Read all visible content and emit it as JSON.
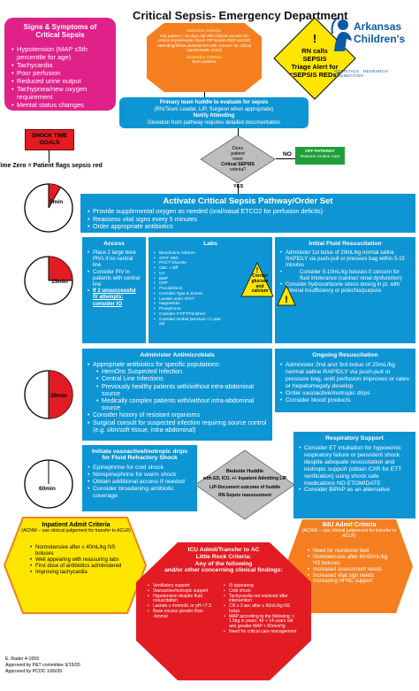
{
  "title": "Critical Sepsis- Emergency Department",
  "logo": {
    "line1": "Arkansas",
    "line2": "Children's",
    "tagline": "HOSPITALS · RESEARCH · FOUNDATION",
    "color": "#0b5aa6"
  },
  "symptoms": {
    "heading": "Signs & Symptoms of Critical Sepsis",
    "items": [
      "Hypotension (MAP ≤5th percentile for age)",
      "Tachycardia",
      "Poor perfusion",
      "Reduced urine output",
      "Tachypnea/new oxygen requirement",
      "Mental status changes"
    ]
  },
  "criteria_box": {
    "inclusion_title": "Inclusion Criteria:",
    "inclusion_text": "Any patient > 30 days old with clinical concern for critical sepsis/septic shock OR Sepsis RED and ED Attending/fellow assessment with concern for critical sepsis/septic shock",
    "exclusion_title": "Exclusion Criteria:",
    "exclusion_text": "Burn patients"
  },
  "rn_alert": {
    "line1": "RN calls",
    "line2": "SEPSIS",
    "line3": "Triage Alert for",
    "line4": "“SEPSIS REDs”"
  },
  "huddle": {
    "line1": "Primary team huddle to evaluate for sepsis",
    "line2": "(RN/Team Leader, LIP, Surgeon when appropriate)",
    "line3": "Notify Attending",
    "line4": "Deviation from pathway requires detailed documentation"
  },
  "shock_goals": "SHOCK TIME GOALS",
  "time_zero": "Time Zero = Patient flags sepsis red",
  "clocks": [
    "5min",
    "15min",
    "30min",
    "60min"
  ],
  "decision": {
    "line1": "Does",
    "line2": "patient",
    "line3": "meet",
    "line4": "Critical SEPSIS",
    "line5": "criteria?",
    "no": "NO",
    "yes": "YES"
  },
  "off_pathway": {
    "line1": "OFF PATHWAY",
    "line2": "Resume routine care"
  },
  "activate": {
    "heading": "Activate Critical Sepsis Pathway/Order Set",
    "items": [
      "Provide supplemental oxygen as needed (oral/nasal ETCO2 for perfusion deficits)",
      "Reassess vital signs every 5 minutes",
      "Order appropriate antibiotics"
    ]
  },
  "access": {
    "heading": "Access",
    "items": [
      "Place 2 large bore PIVs if no central line",
      "Consider PIV in patients with central line",
      "If 2 unsuccessful IV attempts: consider IO"
    ]
  },
  "labs": {
    "heading": "Labs",
    "items": [
      "Blood/urine cultures",
      "STAT VBG",
      "POCT Glucose",
      "CBC + diff",
      "UA",
      "BMP",
      "CRP",
      "Procalcitonin",
      "Consider Type & Screen",
      "Lactate-order STAT",
      "Magnesium",
      "Phosphorus",
      "Consider PT/PTT/d-dimer",
      "Consider lumbar puncture <1 year old"
    ],
    "callout": "Correct glucose and calcium"
  },
  "fluid": {
    "heading": "Initial Fluid Resuscitation",
    "items": [
      "Administer 1st bolus of 20mL/kg normal saline RAPIDLY via push-pull or pressure bag within 5-15 minutes",
      "Consider 5-10mL/kg boluses if concern for fluid intolerance (cardiac/ renal dysfunction)",
      "Consider hydrocortisone stress dosing in pt. with adrenal insufficiency or petechia/purpura"
    ]
  },
  "antimicrobials": {
    "heading": "Administer Antimicrobials",
    "items": [
      "Appropriate antibiotics for specific populations:",
      "HemOnc Suspected Infection",
      "Central Line Infections",
      "Previously healthy patients with/without intra-abdominal source",
      "Medically complex patients with/without intra-abdominal source",
      "Consider history of resistant organisms",
      "Surgical consult for suspected infection requiring source control (e.g. skin/soft tissue, intra-abdominal)"
    ]
  },
  "ongoing": {
    "heading": "Ongoing Resuscitation",
    "items": [
      "Administer 2nd and 3rd bolus of 20mL/kg normal saline RAPIDLY via push-pull or pressure bag, until perfusion improves or rales or hepatomegaly develop",
      "Order vasoactive/inotropic drips",
      "Consider blood products"
    ]
  },
  "respiratory": {
    "heading": "Respiratory Support",
    "items": [
      "Consider ET intubation for hypoxemic respiratory failure or persistent shock despite adequate resuscitation and inotropic support (obtain CXR for ETT verification) using shock safe medications NO ETOMIDATE",
      "Consider BiPAP as an alternative"
    ]
  },
  "vasoactive": {
    "heading": "Initiate vasoactive/inotropic drips for Fluid Refractory Shock",
    "items": [
      "Epinephrine for cold shock",
      "Norepinephrine for warm shock",
      "Obtain additional access if needed",
      "Consider broadening antibiotic coverage"
    ]
  },
  "bedside": {
    "line1": "Bedside Huddle",
    "line2": "with ED, ICU, +/- Inpatient Admitting LIP",
    "line3": "LIP-Document outcome of huddle",
    "line4": "RN-Sepsis reassessment"
  },
  "inpatient": {
    "heading": "Inpatient Admit Criteria",
    "sub": "(ACNW – use clinical judgement for transfer to ACLR)",
    "items": [
      "Normotensive after ≤ 40mL/kg NS boluses",
      "Well appearing with reassuring labs",
      "First dose of antibiotics administered",
      "Improving tachycardia"
    ]
  },
  "icu": {
    "heading1": "ICU Admit/Transfer to AC",
    "heading2": "Little Rock Criteria:",
    "heading3": "Any of the following",
    "heading4": "and/or other concerning clinical findings:",
    "left": [
      "Ventilatory support",
      "Vasoactive/inotropic support",
      "Hypotension despite fluid resuscitation",
      "Lactate ≥ 4mmol/L or pH <7.3",
      "Base excess greater than -6mmol"
    ],
    "right": [
      "III appearing",
      "Cold shock",
      "Tachycardia not resolved after intervention",
      "CR ≥ 3 sec after ≥ 60mL/kg NS bolus",
      "MAP according to the following: < 1.5kg in years: 40 + 14 years old and greater MAP < 60mmHg",
      "Need for critical care management"
    ]
  },
  "imu": {
    "heading": "IMU Admit Criteria",
    "sub": "(ACNW – use clinical judgement for transfer to ACLR)",
    "items": [
      "Need for monitored bed",
      "Normotensive after 40-60mL/kg NS boluses",
      "Increased assessment needs",
      "Increased vital sign needs",
      "Increasing HFNC support"
    ]
  },
  "footer": {
    "line1": "E. Rader 4-1659",
    "line2": "Approved by P&T committee 9/15/20",
    "line3": "Approved by PCOC 10/6/20"
  },
  "colors": {
    "blue": "#0e96d4",
    "pink": "#e0218a",
    "orange": "#f57f20",
    "yellow": "#ffe600",
    "red": "#e31b23",
    "green": "#1f9e3a"
  }
}
